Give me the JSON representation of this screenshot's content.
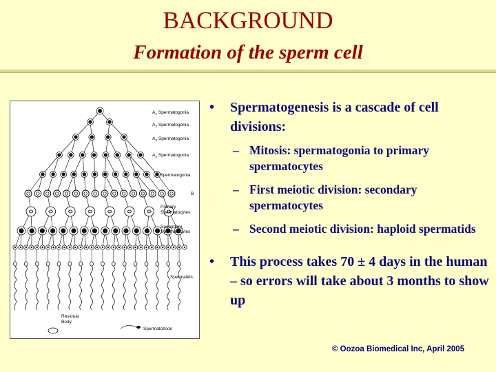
{
  "slide": {
    "title": "BACKGROUND",
    "subtitle": "Formation of the sperm cell",
    "bullets": [
      {
        "text": "Spermatogenesis is a cascade of cell divisions:",
        "sub": [
          "Mitosis: spermatogonia to primary spermatocytes",
          "First meiotic division:  secondary spermatocytes",
          "Second meiotic division: haploid spermatids"
        ]
      },
      {
        "text": "This process takes 70 ± 4 days in the human – so errors will take about 3 months to show up",
        "sub": []
      }
    ],
    "bullet_glyph": "•",
    "dash_glyph": "–",
    "copyright": "© Oozoa Biomedical Inc, April 2005"
  },
  "figure": {
    "stage_labels": {
      "a1": "A",
      "a1_sub": "1",
      "a1_text": "Spermatogonia",
      "a2": "A",
      "a2_sub": "2",
      "a2_text": "Spermatogonia",
      "a3": "A",
      "a3_sub": "3",
      "a3_text": "Spermatogonia",
      "a4": "A",
      "a4_sub": "4",
      "a4_text": "Spermatogonia",
      "in": "In Spermatogonia",
      "b": "B",
      "primary_1": "Primary",
      "primary_2": "Spermatocytes",
      "secondary_1": "Secondary",
      "secondary_2": "Spermatocytes",
      "spermatids": "Spermatids",
      "residual_1": "Residual",
      "residual_2": "Body",
      "spermatozoon": "Spermatozoon"
    }
  },
  "colors": {
    "title": "#990000",
    "text": "#0d0d7a",
    "background": "#ffffcc"
  }
}
